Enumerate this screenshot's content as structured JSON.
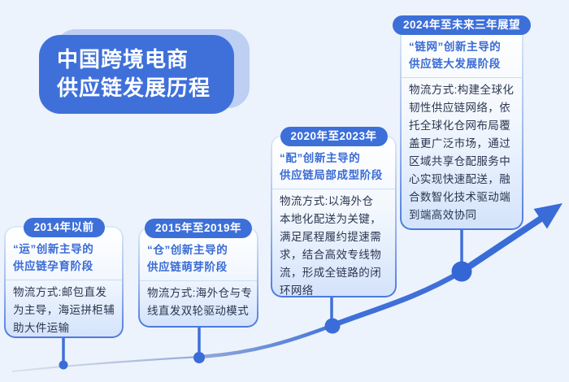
{
  "header": {
    "title": "中国跨境电商\n供应链发展历程"
  },
  "stages": [
    {
      "badge": "2014年以前",
      "title": "“运”创新主导的\n供应链孕育阶段",
      "body": "物流方式:邮包直发\n为主导，海运拼柜辅\n助大件运输"
    },
    {
      "badge": "2015年至2019年",
      "title": "“仓”创新主导的\n供应链萌芽阶段",
      "body": "物流方式:海外仓与专\n线直发双轮驱动模式"
    },
    {
      "badge": "2020年至2023年",
      "title": "“配”创新主导的\n供应链局部成型阶段",
      "body": "物流方式:以海外仓\n本地化配送为关键，\n满足尾程履约提速需\n求，结合高效专线物\n流，形成全链路的闭\n环网络"
    },
    {
      "badge": "2024年至未来三年展望",
      "title": "“链网”创新主导的\n供应链大发展阶段",
      "body": "物流方式:构建全球化\n韧性供应链网络，依\n托全球化仓网布局覆\n盖更广泛市场，通过\n区域共享仓配服务中\n心实现快速配送，融\n合数智化技术驱动端\n到端高效协同"
    }
  ],
  "colors": {
    "background": "#edf3fc",
    "primary_blue": "#3d6fd9",
    "header_box": "#3f70da",
    "header_shadow": "#becff4",
    "card_border_bottom": "#4a79de",
    "card_gradient_bottom": "#d4e3fb",
    "stage_title_text": "#3a6bd5",
    "body_text": "#2b3550",
    "curve_blue": "#3a6cd7",
    "curve_light": "#dce3ee"
  }
}
